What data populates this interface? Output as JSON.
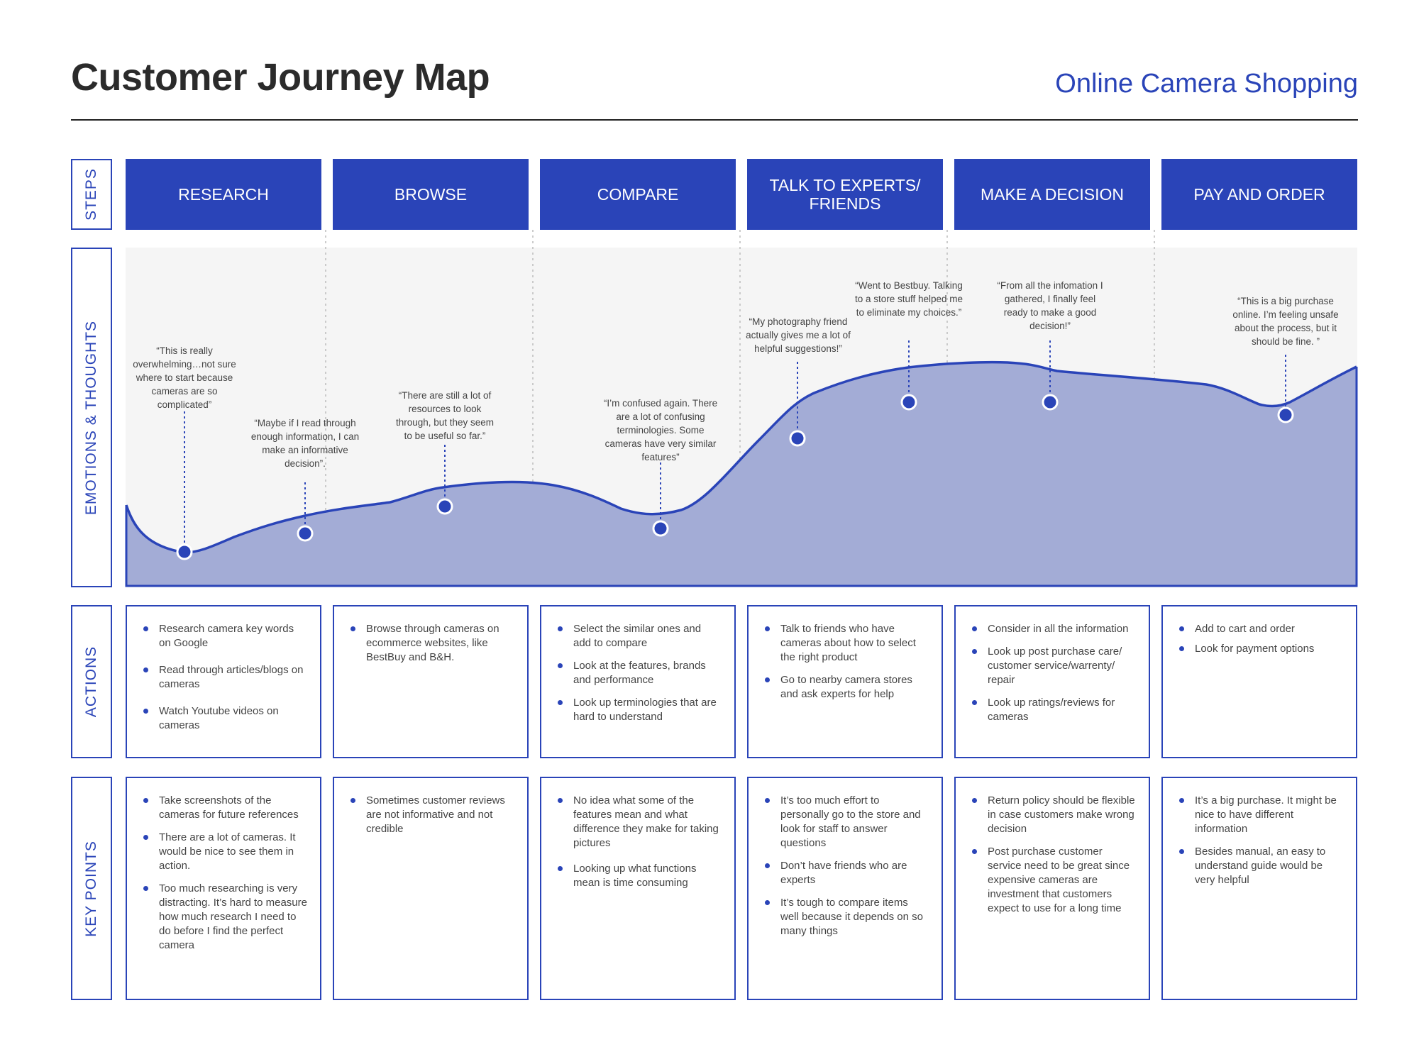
{
  "header": {
    "title": "Customer Journey Map",
    "subtitle": "Online Camera Shopping"
  },
  "row_labels": {
    "steps": "STEPS",
    "emotions": "EMOTIONS & THOUGHTS",
    "actions": "ACTIONS",
    "key_points": "KEY POINTS"
  },
  "steps": [
    "RESEARCH",
    "BROWSE",
    "COMPARE",
    "TALK TO EXPERTS/\nFRIENDS",
    "MAKE A DECISION",
    "PAY AND ORDER"
  ],
  "emotions": {
    "quotes": [
      "“This is really overwhelming…not sure where to start because cameras are so complicated”",
      "“Maybe if I read through enough information, I can make an informative decision”.",
      "“There are still a lot of resources to look through, but they seem to be useful so far.”",
      "“I’m confused again. There are a lot of confusing terminologies. Some cameras have very similar features”",
      "“My photography friend actually gives me a lot of helpful suggestions!”",
      "“Went to Bestbuy. Talking to a store stuff helped me to eliminate my choices.”",
      "“From all the infomation I gathered, I finally feel ready to make a good decision!”",
      "“This is a big purchase online. I’m feeling unsafe about the process, but it should be fine. ”"
    ]
  },
  "actions": [
    [
      "Research camera key words on Google",
      "Read through articles/blogs on cameras",
      "Watch Youtube videos on cameras"
    ],
    [
      "Browse through cameras on ecommerce websites, like BestBuy and B&H."
    ],
    [
      "Select the similar ones and add to compare",
      "Look at the features, brands and performance",
      "Look up terminologies that are hard to understand"
    ],
    [
      "Talk to friends who have cameras about how to select the right product",
      "Go to nearby camera stores and ask experts for help"
    ],
    [
      "Consider in all the information",
      "Look up post purchase care/ customer service/warrenty/ repair",
      "Look up ratings/reviews for cameras"
    ],
    [
      "Add to cart and order",
      "Look for payment options"
    ]
  ],
  "key_points": [
    [
      "Take screenshots of the cameras for future references",
      "There are a lot of cameras. It would be nice to see them in action.",
      "Too much researching is very distracting. It’s hard to measure how much research I need to do before I find the perfect camera"
    ],
    [
      "Sometimes customer reviews are not informative and not credible"
    ],
    [
      "No idea what some of the features mean and what difference they make for taking pictures",
      "Looking up what functions mean is time consuming"
    ],
    [
      "It’s too much effort to personally go to the store and look for staff to answer questions",
      "Don’t have friends who are experts",
      "It’s tough to compare items well because it depends on so many things"
    ],
    [
      "Return policy should be flexible in case customers make wrong decision",
      "Post purchase customer service need to be great since expensive cameras are investment that customers expect to use for a long time"
    ],
    [
      "It’s a big purchase. It might be nice to have different information",
      "Besides manual, an easy to understand guide would be very helpful"
    ]
  ],
  "colors": {
    "accent": "#2a44b8",
    "curve_fill": "#a3acd6",
    "chart_bg": "#f5f5f5"
  }
}
